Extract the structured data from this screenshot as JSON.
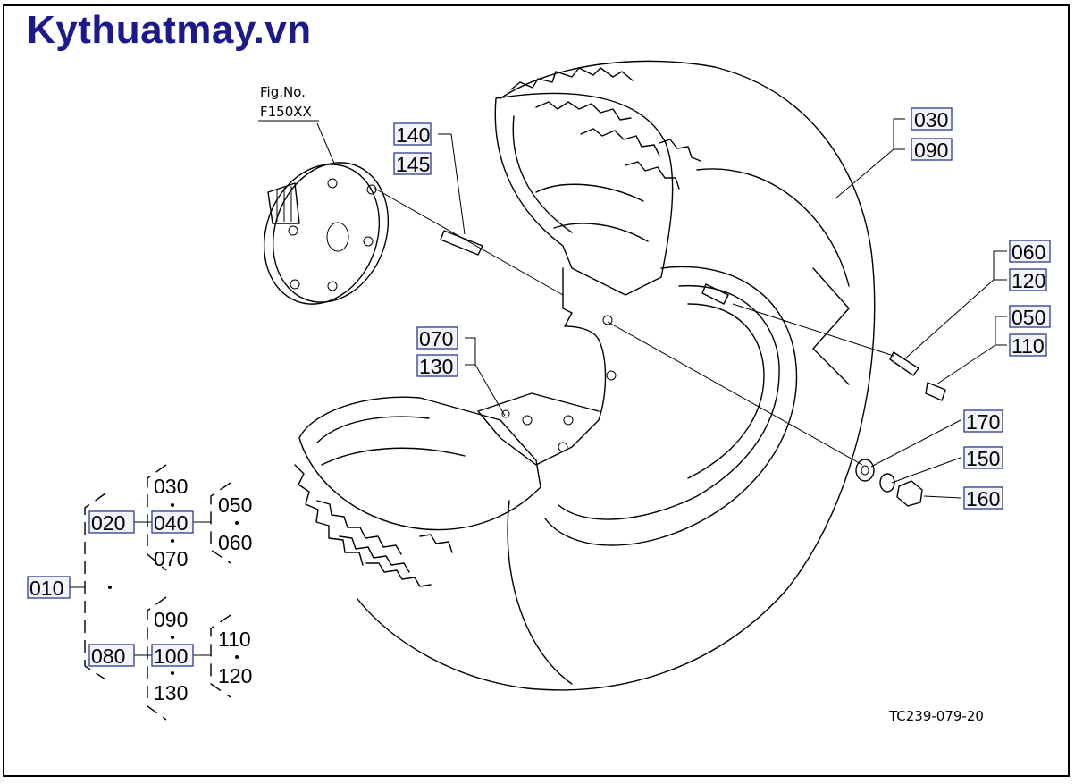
{
  "watermark": "Kythuatmay.vn",
  "figure_ref": {
    "line1": "Fig.No.",
    "line2": "F150XX"
  },
  "drawing_code": "TC239-079-20",
  "callouts": {
    "c030": "030",
    "c090": "090",
    "c140": "140",
    "c145": "145",
    "c060": "060",
    "c120": "120",
    "c050": "050",
    "c110": "110",
    "c070": "070",
    "c130": "130",
    "c170": "170",
    "c150": "150",
    "c160": "160"
  },
  "assembly_tree": {
    "root": "010",
    "branch_a": "020",
    "branch_a_sub": "040",
    "branch_a_list": [
      "030",
      "070"
    ],
    "branch_a_sub_list": [
      "050",
      "060"
    ],
    "branch_b": "080",
    "branch_b_sub": "100",
    "branch_b_list": [
      "090",
      "130"
    ],
    "branch_b_sub_list": [
      "110",
      "120"
    ]
  }
}
